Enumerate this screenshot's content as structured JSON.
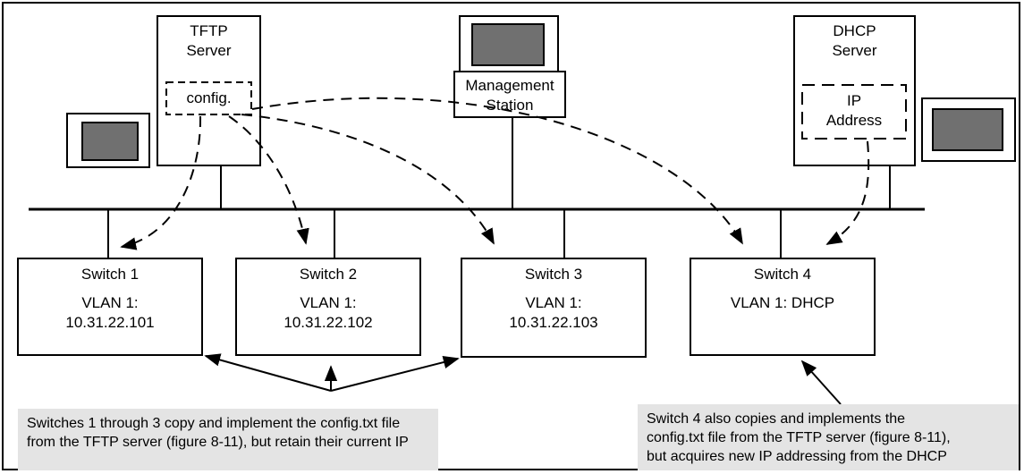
{
  "tftp_server": {
    "title_line1": "TFTP",
    "title_line2": "Server",
    "config_label": "config."
  },
  "management_station": {
    "line1": "Management",
    "line2": "Station"
  },
  "dhcp_server": {
    "title_line1": "DHCP",
    "title_line2": "Server",
    "ip_line1": "IP",
    "ip_line2": "Address"
  },
  "switches": [
    {
      "name": "Switch 1",
      "vlan_line1": "VLAN 1:",
      "vlan_line2": "10.31.22.101"
    },
    {
      "name": "Switch 2",
      "vlan_line1": "VLAN 1:",
      "vlan_line2": "10.31.22.102"
    },
    {
      "name": "Switch 3",
      "vlan_line1": "VLAN 1:",
      "vlan_line2": "10.31.22.103"
    },
    {
      "name": "Switch 4",
      "vlan_line1": "VLAN 1: DHCP",
      "vlan_line2": ""
    }
  ],
  "captions": {
    "left_line1": "Switches 1 through 3 copy and implement the config.txt file",
    "left_line2": "from the TFTP server (figure 8-11), but retain their current IP",
    "right_line1": "Switch 4 also copies and implements the",
    "right_line2": "config.txt file from the TFTP server (figure 8-11),",
    "right_line3": "but acquires new IP addressing from the DHCP"
  },
  "colors": {
    "screen_fill": "#707070",
    "caption_bg": "#e4e4e4"
  }
}
